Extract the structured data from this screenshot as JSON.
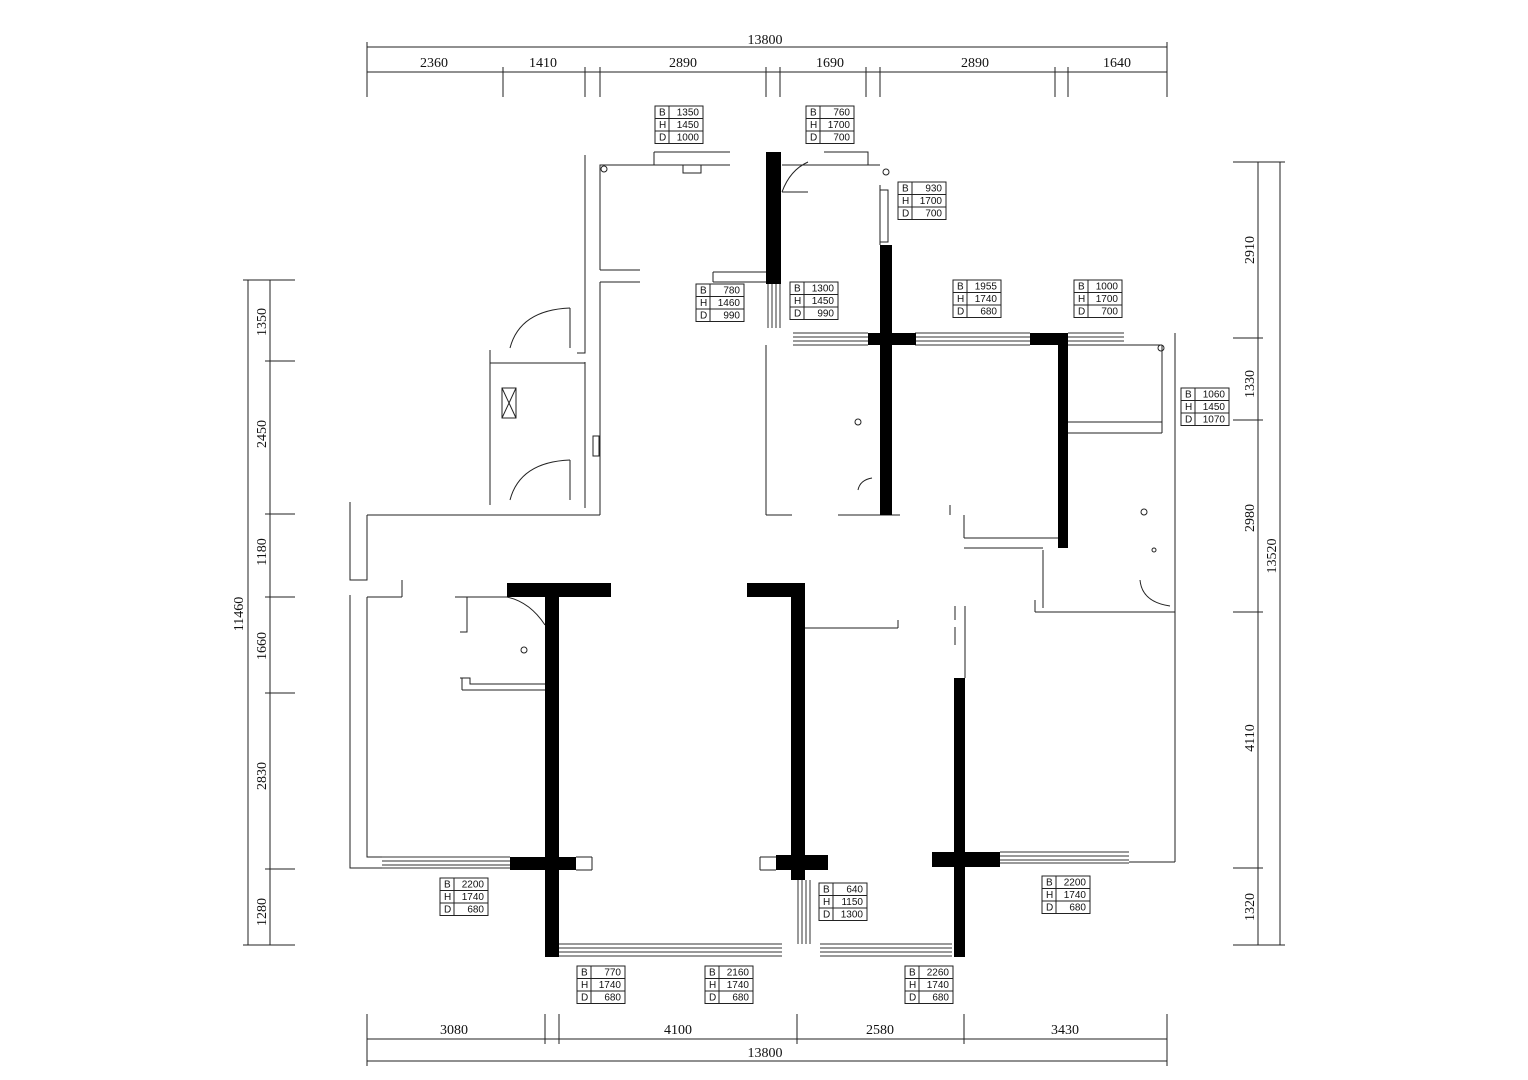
{
  "dimensions": {
    "top_total": "13800",
    "top_segments": [
      "2360",
      "1410",
      "2890",
      "1690",
      "2890",
      "1640"
    ],
    "bottom_total": "13800",
    "bottom_segments": [
      "3080",
      "4100",
      "2580",
      "3430"
    ],
    "left_total": "11460",
    "left_segments": [
      "1350",
      "2450",
      "1180",
      "1660",
      "2830",
      "1280"
    ],
    "right_total": "13520",
    "right_segments": [
      "2910",
      "1330",
      "2980",
      "4110",
      "1320"
    ]
  },
  "openings": [
    {
      "B": "1350",
      "H": "1450",
      "D": "1000"
    },
    {
      "B": "760",
      "H": "1700",
      "D": "700"
    },
    {
      "B": "930",
      "H": "1700",
      "D": "700"
    },
    {
      "B": "780",
      "H": "1460",
      "D": "990"
    },
    {
      "B": "1300",
      "H": "1450",
      "D": "990"
    },
    {
      "B": "1955",
      "H": "1740",
      "D": "680"
    },
    {
      "B": "1000",
      "H": "1700",
      "D": "700"
    },
    {
      "B": "1060",
      "H": "1450",
      "D": "1070"
    },
    {
      "B": "2200",
      "H": "1740",
      "D": "680"
    },
    {
      "B": "640",
      "H": "1150",
      "D": "1300"
    },
    {
      "B": "2200",
      "H": "1740",
      "D": "680"
    },
    {
      "B": "770",
      "H": "1740",
      "D": "680"
    },
    {
      "B": "2160",
      "H": "1740",
      "D": "680"
    },
    {
      "B": "2260",
      "H": "1740",
      "D": "680"
    }
  ],
  "tag_letters": [
    "B",
    "H",
    "D"
  ]
}
